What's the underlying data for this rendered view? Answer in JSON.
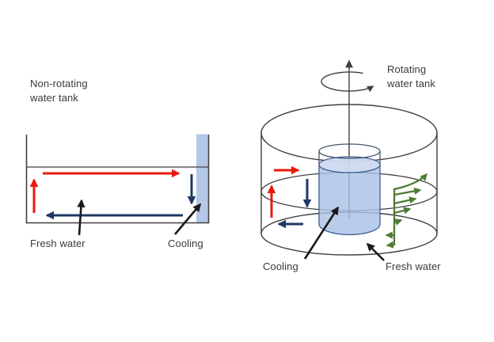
{
  "palette": {
    "red": "#e8190b",
    "navy": "#1f3864",
    "light_blue": "#b4c7e7",
    "cylinder_fill": "#aac2e6",
    "water_surface": "#cdd9f0",
    "cylinder_stroke": "#3f5e94",
    "glass_stroke": "#44546a",
    "green": "#4e7b33",
    "line": "#404040",
    "text": "#3a3a3a",
    "background": "#ffffff"
  },
  "left_panel": {
    "title_line1": "Non-rotating",
    "title_line2": "water tank",
    "fresh_water_label": "Fresh water",
    "cooling_label": "Cooling"
  },
  "right_panel": {
    "title_line1": "Rotating",
    "title_line2": "water tank",
    "cooling_label": "Cooling",
    "fresh_water_label": "Fresh water"
  }
}
